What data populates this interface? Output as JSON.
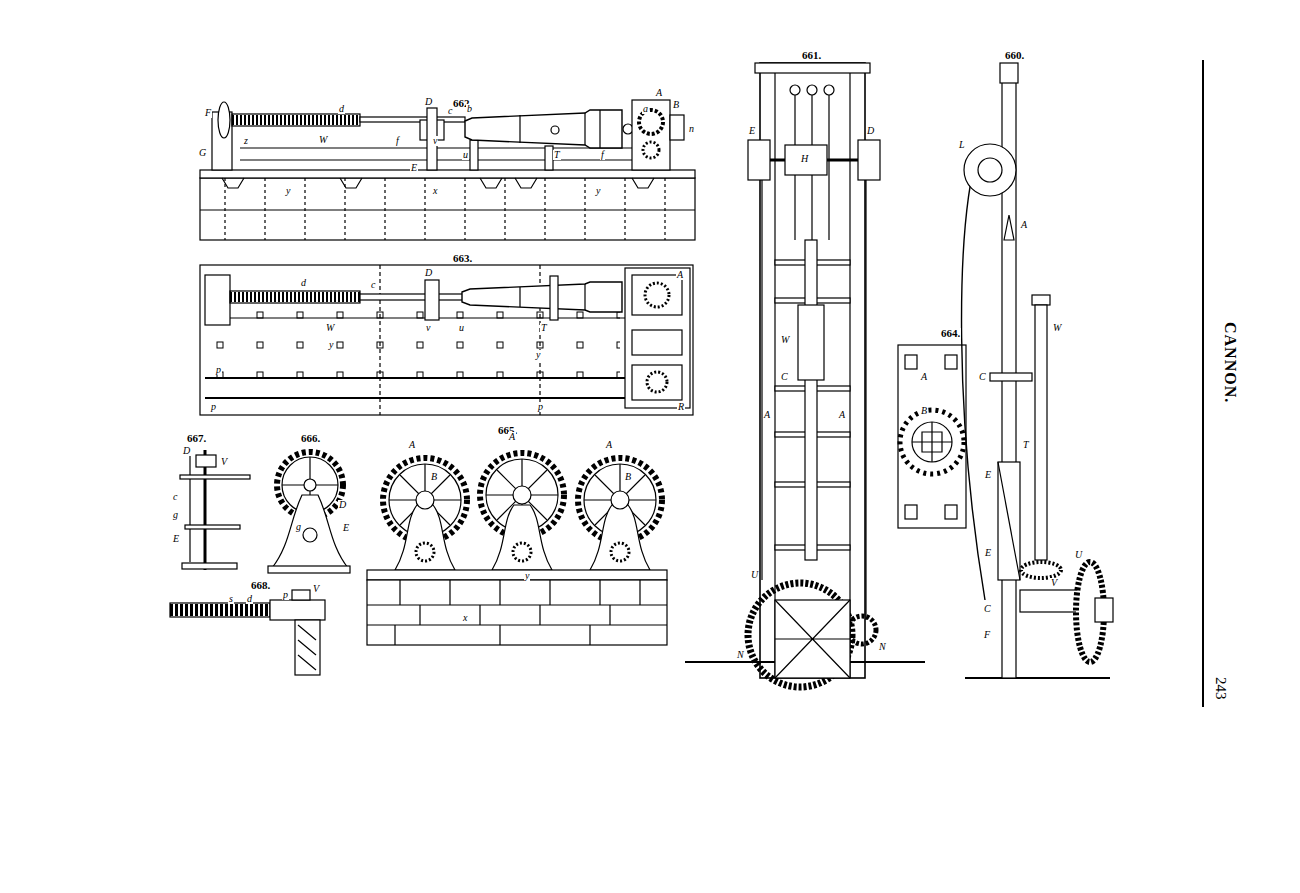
{
  "diagram": {
    "title": "CANNON.",
    "labels": [
      "662.",
      "F",
      "G",
      "d",
      "W",
      "z",
      "D",
      "c",
      "v",
      "E",
      "f",
      "u",
      "b",
      "T",
      "f",
      "A",
      "B",
      "a",
      "n",
      "y",
      "x",
      "y",
      "663.",
      "d",
      "c",
      "D",
      "v",
      "u",
      "T",
      "W",
      "y",
      "y",
      "p",
      "p",
      "p",
      "A",
      "R",
      "667.",
      "D",
      "V",
      "c",
      "g",
      "E",
      "666.",
      "D",
      "E",
      "g",
      "665.",
      "A",
      "A",
      "A",
      "B",
      "B",
      "y",
      "x",
      "668.",
      "V",
      "p",
      "s",
      "d",
      "661.",
      "E",
      "D",
      "H",
      "W",
      "A",
      "A",
      "C",
      "U",
      "N",
      "N",
      "664.",
      "A",
      "B",
      "660.",
      "L",
      "A",
      "C",
      "T",
      "E",
      "W",
      "E",
      "V",
      "U",
      "C",
      "F",
      "243"
    ]
  }
}
